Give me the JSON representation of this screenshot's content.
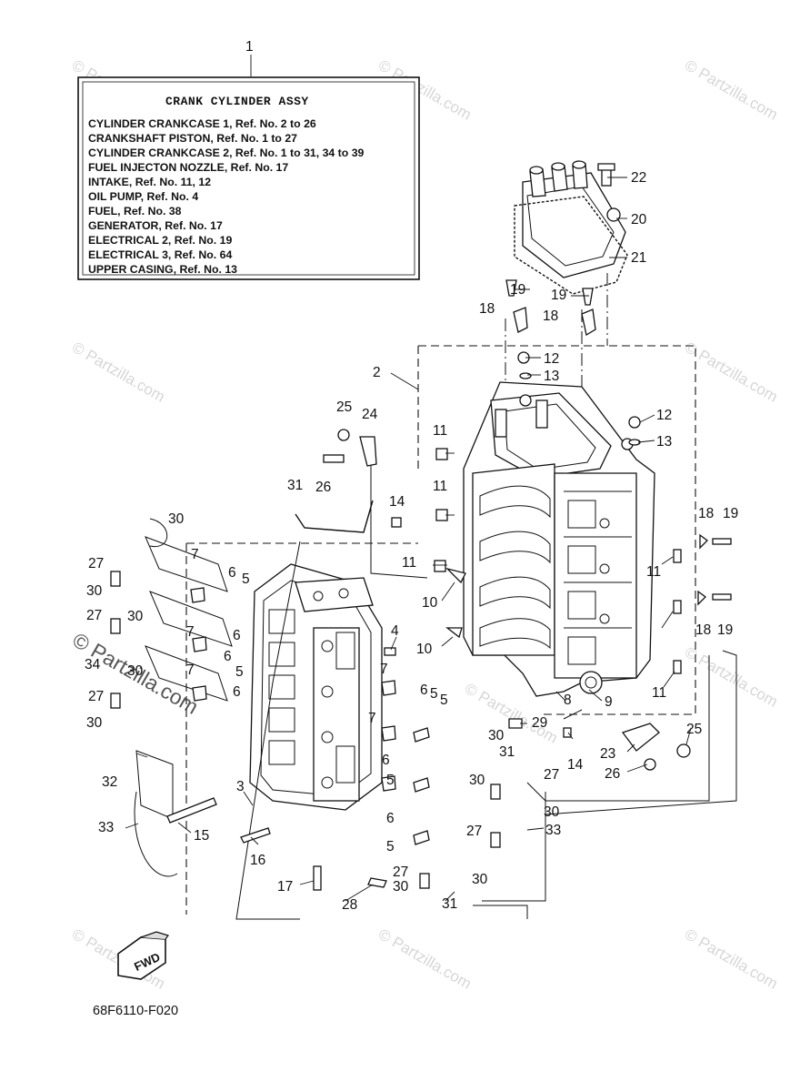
{
  "legend": {
    "ref_number": "1",
    "title": "CRANK CYLINDER ASSY",
    "lines": [
      "CYLINDER CRANKCASE 1, Ref. No. 2 to 26",
      "CRANKSHAFT PISTON,   Ref. No. 1 to 27",
      "CYLINDER CRANKCASE 2, Ref. No. 1 to 31, 34 to 39",
      "FUEL INJECTON NOZZLE,  Ref. No. 17",
      "INTAKE,  Ref. No. 11, 12",
      "OIL PUMP, Ref. No. 4",
      "FUEL,  Ref. No. 38",
      "GENERATOR,  Ref. No. 17",
      "ELECTRICAL 2, Ref. No. 19",
      "ELECTRICAL 3,  Ref. No. 64",
      "UPPER CASING, Ref. No. 13"
    ]
  },
  "callouts": [
    "22",
    "20",
    "21",
    "19",
    "18",
    "19",
    "18",
    "2",
    "12",
    "13",
    "12",
    "13",
    "25",
    "24",
    "11",
    "26",
    "11",
    "31",
    "14",
    "30",
    "11",
    "10",
    "18",
    "19",
    "27",
    "7",
    "6",
    "5",
    "30",
    "11",
    "18",
    "19",
    "10",
    "4",
    "30",
    "6",
    "27",
    "7",
    "5",
    "34",
    "6",
    "30",
    "7",
    "6",
    "5",
    "9",
    "8",
    "11",
    "27",
    "7",
    "29",
    "6",
    "5",
    "30",
    "25",
    "30",
    "14",
    "31",
    "23",
    "26",
    "7",
    "6",
    "5",
    "27",
    "30",
    "32",
    "3",
    "30",
    "33",
    "15",
    "33",
    "6",
    "16",
    "5",
    "27",
    "30",
    "17",
    "27",
    "30",
    "28",
    "31"
  ],
  "watermarks": [
    "© Partzilla.com"
  ],
  "fwd_label": "FWD",
  "diagram_code": "68F6110-F020"
}
